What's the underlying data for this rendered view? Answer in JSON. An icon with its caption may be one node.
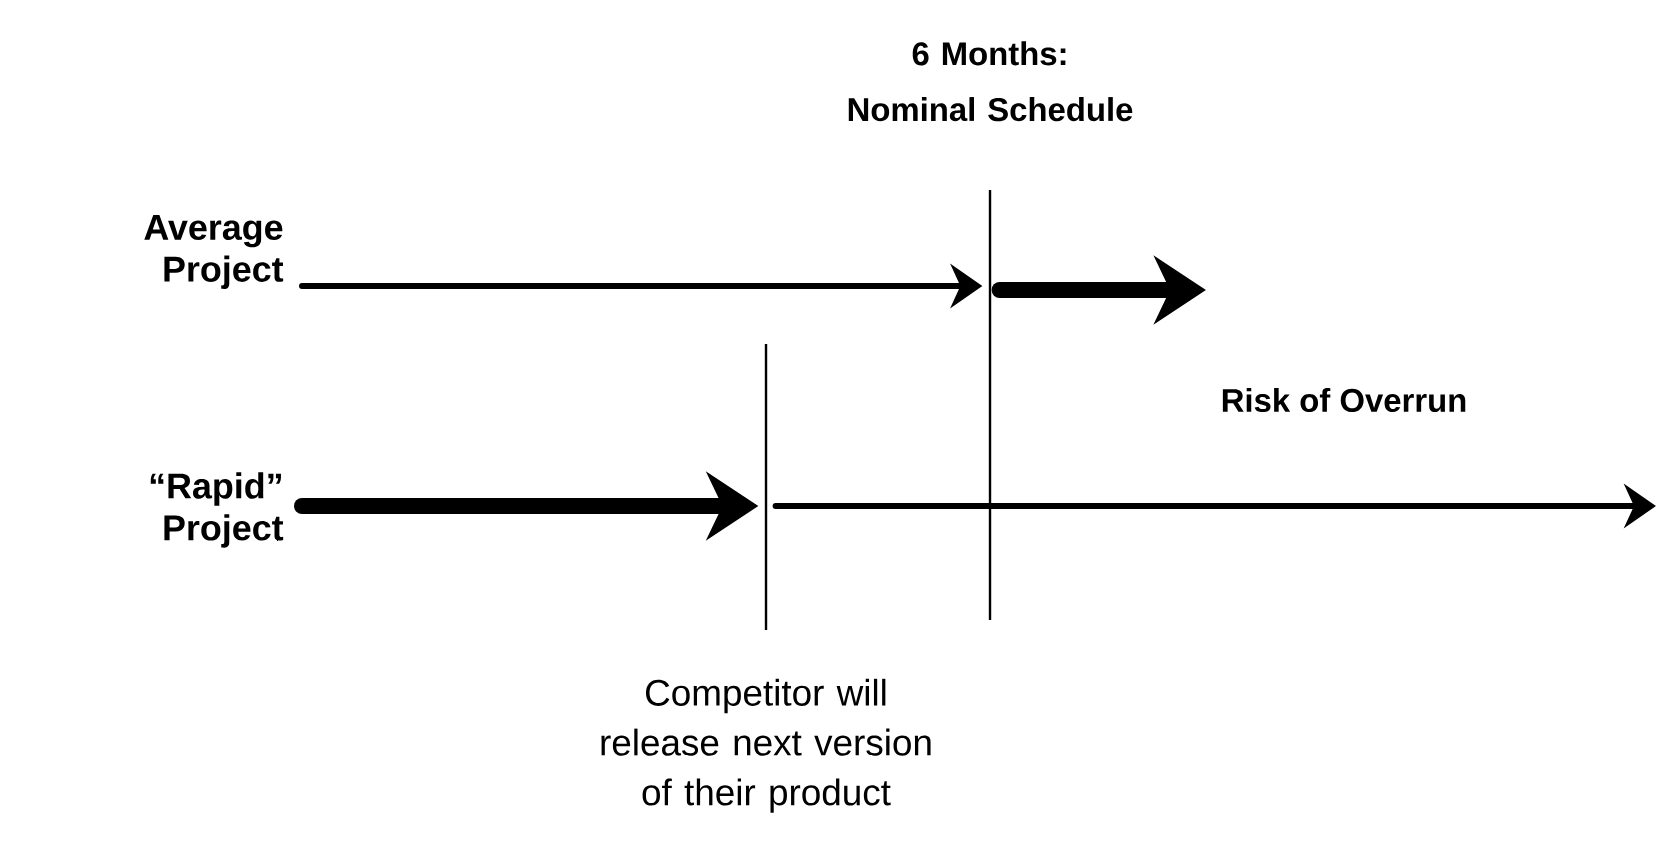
{
  "diagram": {
    "nodes": [
      {
        "text": [
          "Average Project"
        ]
      },
      {
        "text": [
          "“Rapid” Project"
        ]
      },
      {
        "text": [],
        "shape": "bar",
        "beside": [
          "6 Months: Nominal Schedule"
        ]
      },
      {
        "text": [],
        "shape": "bar",
        "beside": [
          "Competitor will release next version of their product"
        ]
      }
    ],
    "edges": [
      {
        "from": 0,
        "to": 2,
        "arrow": "to"
      },
      {
        "from": 2,
        "to": null,
        "arrow": "to",
        "style": "thick"
      },
      {
        "from": 1,
        "to": 3,
        "arrow": "to",
        "style": "thick"
      },
      {
        "from": 3,
        "to": null,
        "arrow": "to"
      }
    ],
    "labels": [
      "Risk of Overrun"
    ]
  }
}
